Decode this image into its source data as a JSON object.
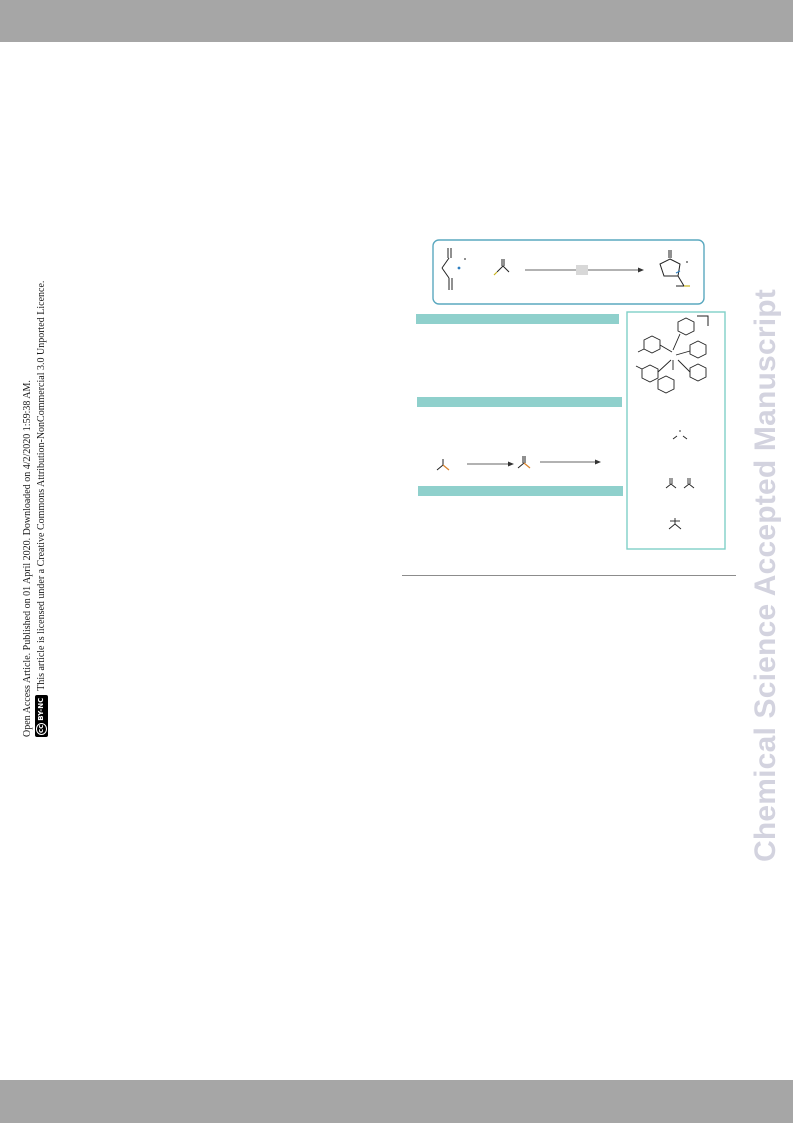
{
  "article_notice": {
    "line1": "Open Access Article. Published on 01 April 2020. Downloaded on 4/2/2020 1:59:38 AM.",
    "license_badge": "BY-NC",
    "license_badge_cc": "cc",
    "line2": "This article is licensed under a Creative Commons Attribution-NonCommercial 3.0 Unported Licence."
  },
  "watermark": "Chemical Science Accepted Manuscript",
  "colors": {
    "teal_band": "#8fd0cc",
    "panel_border": "#5aa8bf",
    "panel_teal_border": "#7fd0c8",
    "header_bar": "#a6a6a6",
    "watermark": "#d3d3df",
    "accent_blue": "#2f7fc0",
    "accent_orange": "#d9822b",
    "accent_yellow": "#c8b41e"
  }
}
